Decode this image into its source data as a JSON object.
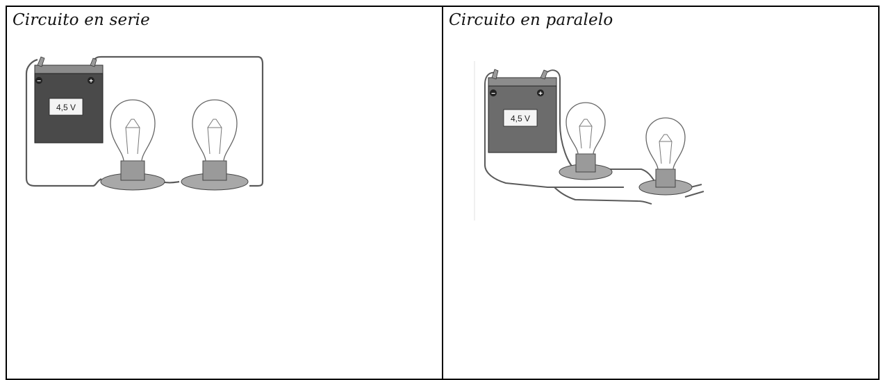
{
  "panels": {
    "series": {
      "title": "Circuito en serie",
      "battery_label": "4,5 V",
      "minus_sign": "−",
      "plus_sign": "+"
    },
    "parallel": {
      "title": "Circuito en paralelo",
      "battery_label": "4,5 V",
      "minus_sign": "−",
      "plus_sign": "+"
    }
  },
  "colors": {
    "border": "#000000",
    "battery_body": "#4a4a4a",
    "wire": "#555555",
    "socket": "#9a9a9a",
    "bulb_outline": "#666666"
  }
}
